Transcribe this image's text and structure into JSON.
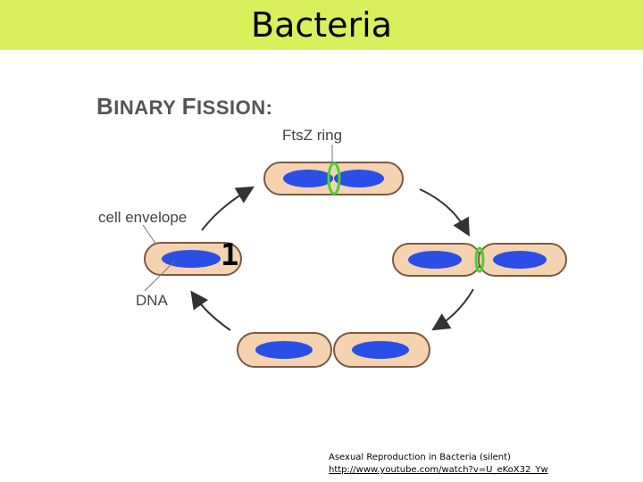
{
  "slide": {
    "title": "Bacteria"
  },
  "diagram": {
    "heading_first_letter_1": "B",
    "heading_rest_1": "INARY ",
    "heading_first_letter_2": "F",
    "heading_rest_2": "ISSION:",
    "labels": {
      "ftsz_ring": "FtsZ ring",
      "cell_envelope": "cell envelope",
      "dna": "DNA"
    },
    "step_number": "1",
    "colors": {
      "cell_fill": "#f5d3b0",
      "cell_stroke": "#7a5a46",
      "dna": "#2b4ee6",
      "ftsz_ring": "#44d52f",
      "arrow": "#333333"
    }
  },
  "caption": {
    "text": "Asexual Reproduction in Bacteria (silent)",
    "link": "http://www.youtube.com/watch?v=U_eKoX32_Yw"
  }
}
